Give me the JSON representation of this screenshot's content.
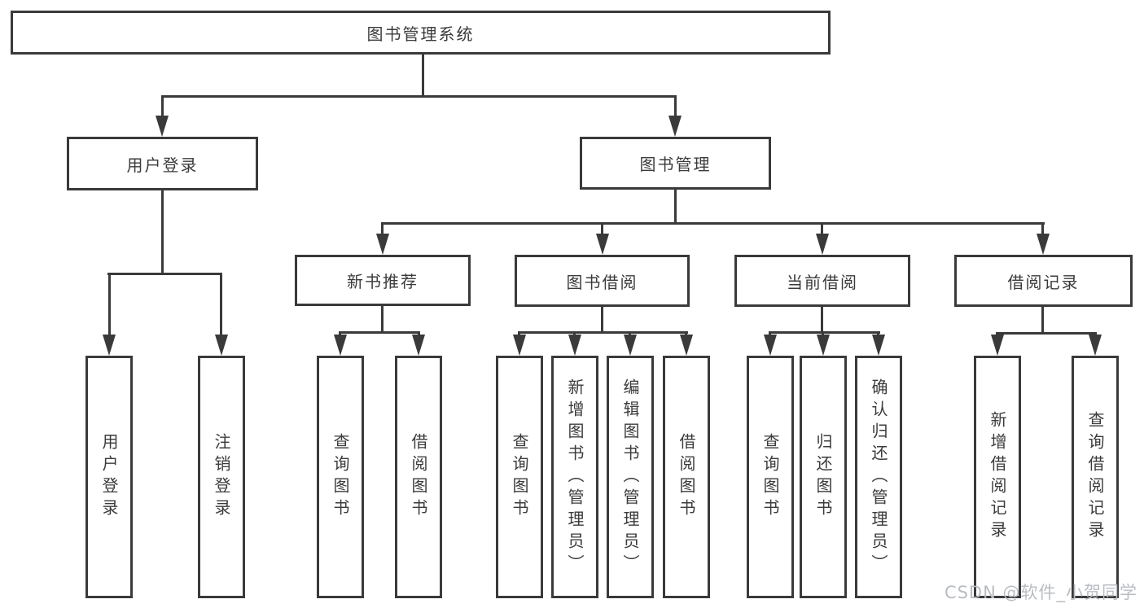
{
  "colors": {
    "line": "#3a3a3a",
    "text": "#3b3b3b",
    "background": "#ffffff",
    "watermark": "#b9bdc3"
  },
  "watermark": {
    "text": "CSDN @软件_小贺同学"
  },
  "diagram": {
    "type": "hierarchy",
    "root": {
      "label": "图书管理系统"
    },
    "level2": [
      {
        "label": "用户登录"
      },
      {
        "label": "图书管理"
      }
    ],
    "level3": [
      {
        "label": "新书推荐",
        "parent": "图书管理"
      },
      {
        "label": "图书借阅",
        "parent": "图书管理"
      },
      {
        "label": "当前借阅",
        "parent": "图书管理"
      },
      {
        "label": "借阅记录",
        "parent": "图书管理"
      }
    ],
    "leaves": [
      {
        "label": "用户登录",
        "parent": "用户登录"
      },
      {
        "label": "注销登录",
        "parent": "用户登录"
      },
      {
        "label": "查询图书",
        "parent": "新书推荐"
      },
      {
        "label": "借阅图书",
        "parent": "新书推荐"
      },
      {
        "label": "查询图书",
        "parent": "图书借阅"
      },
      {
        "label": "新增图书（管理员）",
        "parent": "图书借阅"
      },
      {
        "label": "编辑图书（管理员）",
        "parent": "图书借阅"
      },
      {
        "label": "借阅图书",
        "parent": "图书借阅"
      },
      {
        "label": "查询图书",
        "parent": "当前借阅"
      },
      {
        "label": "归还图书",
        "parent": "当前借阅"
      },
      {
        "label": "确认归还（管理员）",
        "parent": "当前借阅"
      },
      {
        "label": "新增借阅记录",
        "parent": "借阅记录"
      },
      {
        "label": "查询借阅记录",
        "parent": "借阅记录"
      }
    ]
  }
}
